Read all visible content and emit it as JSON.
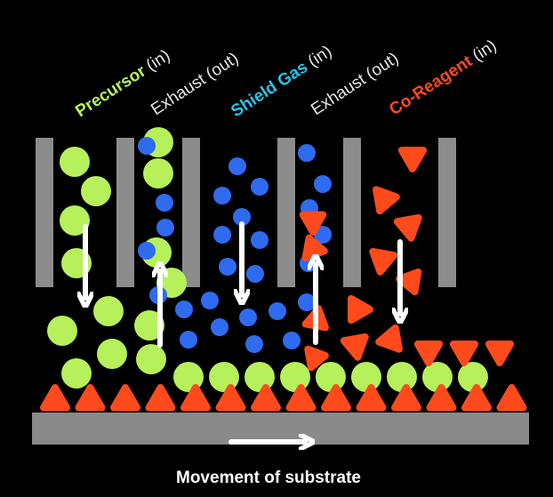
{
  "colors": {
    "background": "#000000",
    "precursor": "#b6f05a",
    "shield_gas": "#2f6bf0",
    "co_reagent": "#ff4a1c",
    "wall": "#8c8c8c",
    "substrate": "#8a8a8a",
    "arrow": "#ffffff",
    "label_default": "#e6e6e6"
  },
  "labels": [
    {
      "main": "Precursor",
      "suffix": "(in)",
      "main_color": "#b6f05a"
    },
    {
      "main": "Exhaust",
      "suffix": "(out)",
      "main_color": "#e6e6e6"
    },
    {
      "main": "Shield Gas",
      "suffix": "(in)",
      "main_color": "#2bc3ea"
    },
    {
      "main": "Exhaust",
      "suffix": "(out)",
      "main_color": "#e6e6e6"
    },
    {
      "main": "Co-Reagent",
      "suffix": "(in)",
      "main_color": "#ff4a1c"
    }
  ],
  "flows": [
    {
      "channel": "precursor",
      "direction": "down"
    },
    {
      "channel": "exhaust",
      "direction": "up"
    },
    {
      "channel": "shield-gas",
      "direction": "down"
    },
    {
      "channel": "exhaust",
      "direction": "up"
    },
    {
      "channel": "co-reagent",
      "direction": "down"
    }
  ],
  "substrate_direction": "right",
  "caption": "Movement of substrate"
}
